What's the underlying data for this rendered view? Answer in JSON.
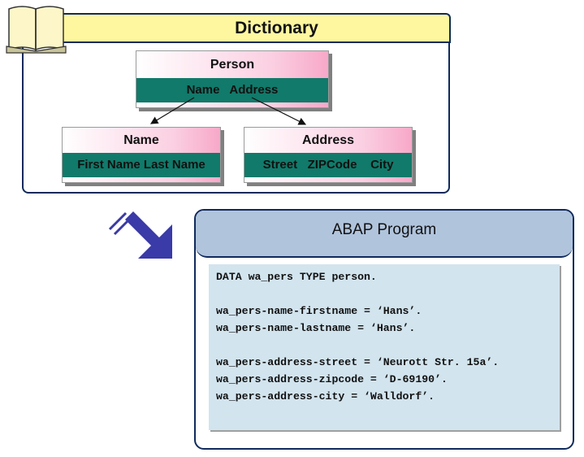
{
  "dictionary": {
    "title": "Dictionary",
    "icon": "open-book-icon",
    "structures": {
      "person": {
        "title": "Person",
        "fields": "Name   Address"
      },
      "name": {
        "title": "Name",
        "fields": "First Name Last Name"
      },
      "address": {
        "title": "Address",
        "fields": "Street   ZIPCode    City"
      }
    },
    "relations": [
      {
        "from": "Person.Name",
        "to": "Name"
      },
      {
        "from": "Person.Address",
        "to": "Address"
      }
    ]
  },
  "transition_arrow": {
    "icon": "down-right-arrow-icon",
    "color": "#3a3aa8"
  },
  "abap_program": {
    "title": "ABAP Program",
    "code_lines": [
      "DATA wa_pers TYPE person.",
      "",
      "wa_pers-name-firstname = ‘Hans’.",
      "wa_pers-name-lastname = ‘Hans’.",
      "",
      "wa_pers-address-street = ‘Neurott Str. 15a’.",
      "wa_pers-address-zipcode = ‘D-69190’.",
      "wa_pers-address-city = ‘Walldorf’."
    ]
  },
  "colors": {
    "frame_border": "#0f2a5c",
    "dictionary_header": "#fff7a0",
    "structure_field_bar": "#117a6a",
    "structure_header_pink": "#f7a8c8",
    "abap_header": "#b0c4dc",
    "code_background": "#d2e4ee"
  }
}
